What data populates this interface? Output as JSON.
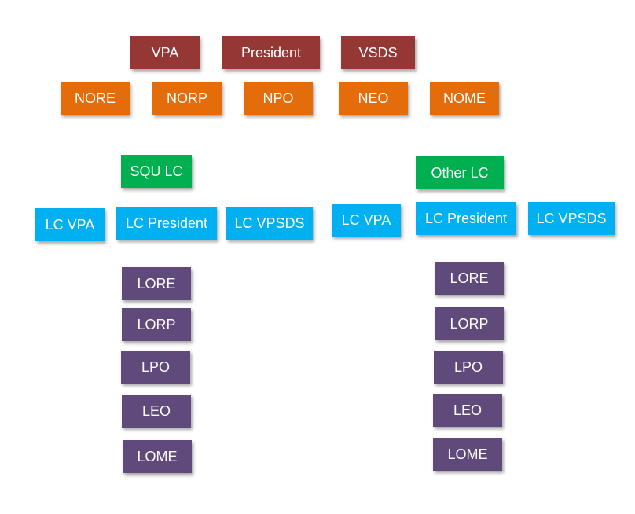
{
  "national": {
    "top": [
      "VPA",
      "President",
      "VSDS"
    ],
    "officers": [
      "NORE",
      "NORP",
      "NPO",
      "NEO",
      "NOME"
    ]
  },
  "lc_left": {
    "name": "SQU LC",
    "board": [
      "LC VPA",
      "LC President",
      "LC VPSDS"
    ],
    "officers": [
      "LORE",
      "LORP",
      "LPO",
      "LEO",
      "LOME"
    ]
  },
  "lc_right": {
    "name": "Other LC",
    "board": [
      "LC VPA",
      "LC President",
      "LC VPSDS"
    ],
    "officers": [
      "LORE",
      "LORP",
      "LPO",
      "LEO",
      "LOME"
    ]
  },
  "colors": {
    "national_top": "#953735",
    "national_officers": "#e46c0a",
    "lc_name": "#00b050",
    "lc_board": "#00b0f0",
    "lc_officers": "#604a7b"
  }
}
